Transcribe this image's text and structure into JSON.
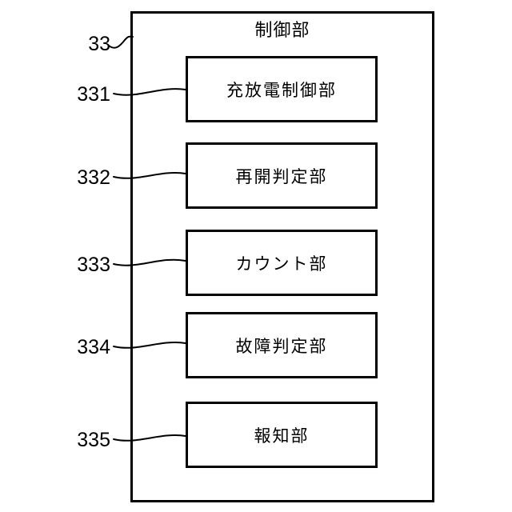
{
  "diagram": {
    "outer_ref": "33",
    "outer_title": "制御部",
    "blocks": [
      {
        "ref": "331",
        "label": "充放電制御部"
      },
      {
        "ref": "332",
        "label": "再開判定部"
      },
      {
        "ref": "333",
        "label": "カウント部"
      },
      {
        "ref": "334",
        "label": "故障判定部"
      },
      {
        "ref": "335",
        "label": "報知部"
      }
    ]
  }
}
